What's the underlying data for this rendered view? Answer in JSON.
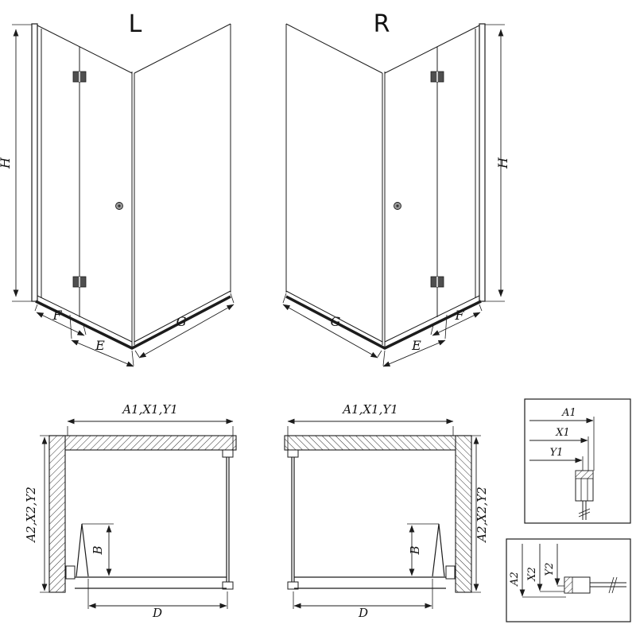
{
  "palette": {
    "line_color": "#1c1c1c",
    "background": "#ffffff",
    "hinge_fill": "#4f4f4f",
    "knob_fill": "#9a9a9a"
  },
  "views": {
    "iso_left": {
      "label": "L",
      "dim_height": "H",
      "dim_door_section": "F",
      "dim_entry_front": "E",
      "dim_side_panel": "G"
    },
    "iso_right": {
      "label": "R",
      "dim_height": "H",
      "dim_door_section": "F",
      "dim_entry_front": "E",
      "dim_side_panel": "G"
    },
    "plan_left": {
      "dim_width": "A1,X1,Y1",
      "dim_depth": "A2,X2,Y2",
      "dim_fold": "B",
      "dim_opening": "D"
    },
    "plan_right": {
      "dim_width": "A1,X1,Y1",
      "dim_depth": "A2,X2,Y2",
      "dim_fold": "B",
      "dim_opening": "D"
    },
    "detail_width": {
      "dims": [
        "A1",
        "X1",
        "Y1"
      ]
    },
    "detail_depth": {
      "dims": [
        "A2",
        "X2",
        "Y2"
      ]
    }
  }
}
